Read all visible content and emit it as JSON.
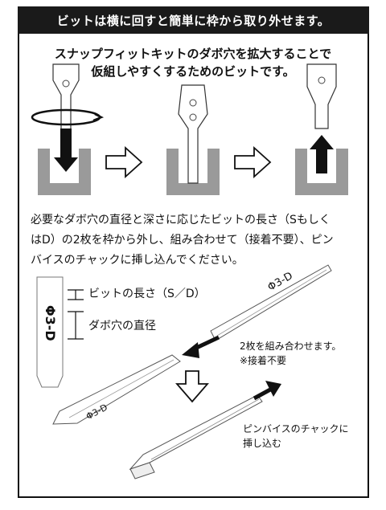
{
  "header": {
    "title": "ビットは横に回すと簡単に枠から取り外せます。"
  },
  "intro": {
    "line1": "スナップフィットキットのダボ穴を拡大することで",
    "line2": "仮組しやすくするためのビットです。"
  },
  "instructions": {
    "line1": "必要なダボ穴の直径と深さに応じたビットの長さ（Sもしく",
    "line2": "はD）の2枚を枠から外し、組み合わせて（接着不要）、ピン",
    "line3": "バイスのチャックに挿し込んでください。"
  },
  "legend": {
    "bit_code": "Φ3-D",
    "length_label": "ビットの長さ（S／D）",
    "diameter_label": "ダボ穴の直径"
  },
  "assembly": {
    "combine_note": "2枚を組み合わせます。",
    "no_glue_note": "※接着不要",
    "insert_note_1": "ピンバイスのチャックに",
    "insert_note_2": "挿し込む",
    "bit_engraving": "Φ3-D"
  }
}
